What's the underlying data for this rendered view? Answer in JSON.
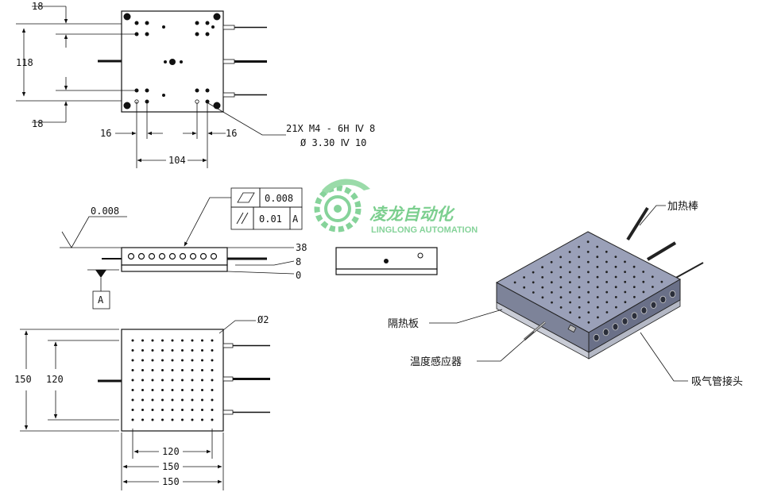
{
  "top_view": {
    "dim_18_top": "18",
    "dim_118": "118",
    "dim_18_bottom": "18",
    "dim_16_left": "16",
    "dim_16_right": "16",
    "dim_104": "104",
    "note_line1": "21X  M4 - 6H Ⅳ 8",
    "note_line2": "Ø 3.30 Ⅳ 10"
  },
  "side_view": {
    "flatness": "0.008",
    "tol_flat": "0.008",
    "tol_parallel": "0.01",
    "tol_datum": "A",
    "datum_label": "A",
    "dim_38": "38",
    "dim_8": "8",
    "dim_0": "0"
  },
  "bottom_view": {
    "dim_150_v": "150",
    "dim_120_v": "120",
    "hole_dia": "Ø2",
    "dim_120_h": "120",
    "dim_150_h1": "150",
    "dim_150_h2": "150"
  },
  "logo": {
    "cn": "凌龙自动化",
    "en": "LINGLONG AUTOMATION"
  },
  "iso_labels": {
    "heater_rod": "加热棒",
    "insulation_board": "隔热板",
    "temp_sensor": "温度感应器",
    "vacuum_fitting": "吸气管接头"
  },
  "colors": {
    "logo_green": "#7ccf8f",
    "plate_top": "#9aa0b8",
    "plate_side": "#7d8399",
    "plate_front": "#6a7088"
  }
}
